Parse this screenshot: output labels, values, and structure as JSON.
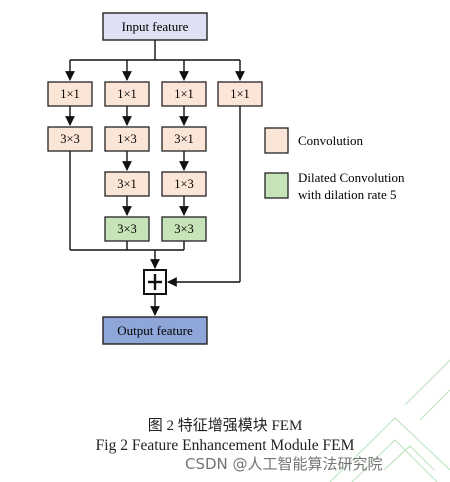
{
  "diagram": {
    "input": "Input feature",
    "output": "Output feature",
    "conv_1x1": "1×1",
    "conv_3x3": "3×3",
    "conv_1x3": "1×3",
    "conv_3x1": "3×1",
    "plus": "+",
    "legend": {
      "conv": "Convolution",
      "dilated_line1": "Dilated Convolution",
      "dilated_line2": "with dilation rate 5"
    },
    "colors": {
      "input_fill": "#dde1f3",
      "output_fill": "#8ea6d8",
      "conv_fill": "#fbe5d6",
      "dilated_fill": "#c7e3b8",
      "stroke": "#222222"
    }
  },
  "caption": {
    "chinese": "图 2 特征增强模块 FEM",
    "english": "Fig 2 Feature Enhancement Module FEM"
  },
  "watermark": "CSDN @人工智能算法研究院"
}
